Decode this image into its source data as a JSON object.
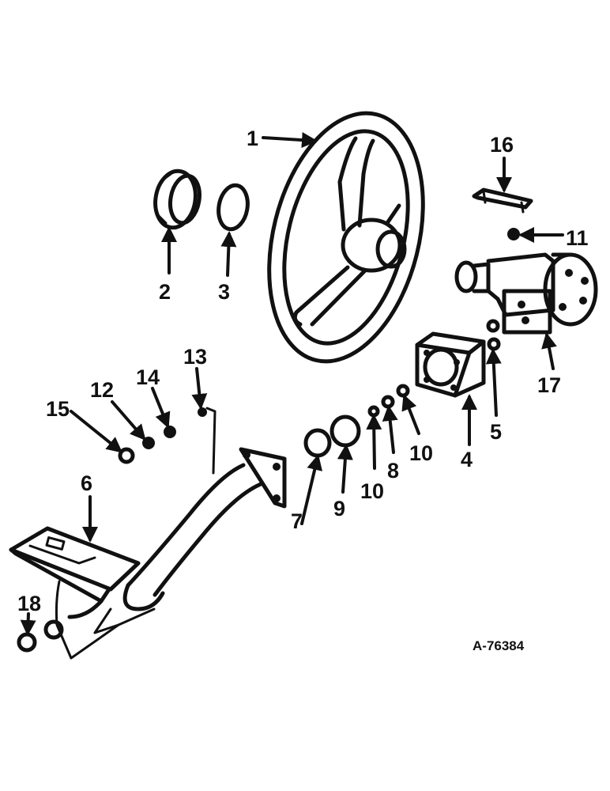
{
  "reference": "A-76384",
  "callouts": [
    {
      "id": "c1",
      "text": "1"
    },
    {
      "id": "c2",
      "text": "2"
    },
    {
      "id": "c3",
      "text": "3"
    },
    {
      "id": "c4",
      "text": "4"
    },
    {
      "id": "c5",
      "text": "5"
    },
    {
      "id": "c6",
      "text": "6"
    },
    {
      "id": "c7",
      "text": "7"
    },
    {
      "id": "c8",
      "text": "8"
    },
    {
      "id": "c9",
      "text": "9"
    },
    {
      "id": "c10a",
      "text": "10"
    },
    {
      "id": "c10b",
      "text": "10"
    },
    {
      "id": "c11",
      "text": "11"
    },
    {
      "id": "c12",
      "text": "12"
    },
    {
      "id": "c13",
      "text": "13"
    },
    {
      "id": "c14",
      "text": "14"
    },
    {
      "id": "c15",
      "text": "15"
    },
    {
      "id": "c16",
      "text": "16"
    },
    {
      "id": "c17",
      "text": "17"
    },
    {
      "id": "c18",
      "text": "18"
    }
  ]
}
